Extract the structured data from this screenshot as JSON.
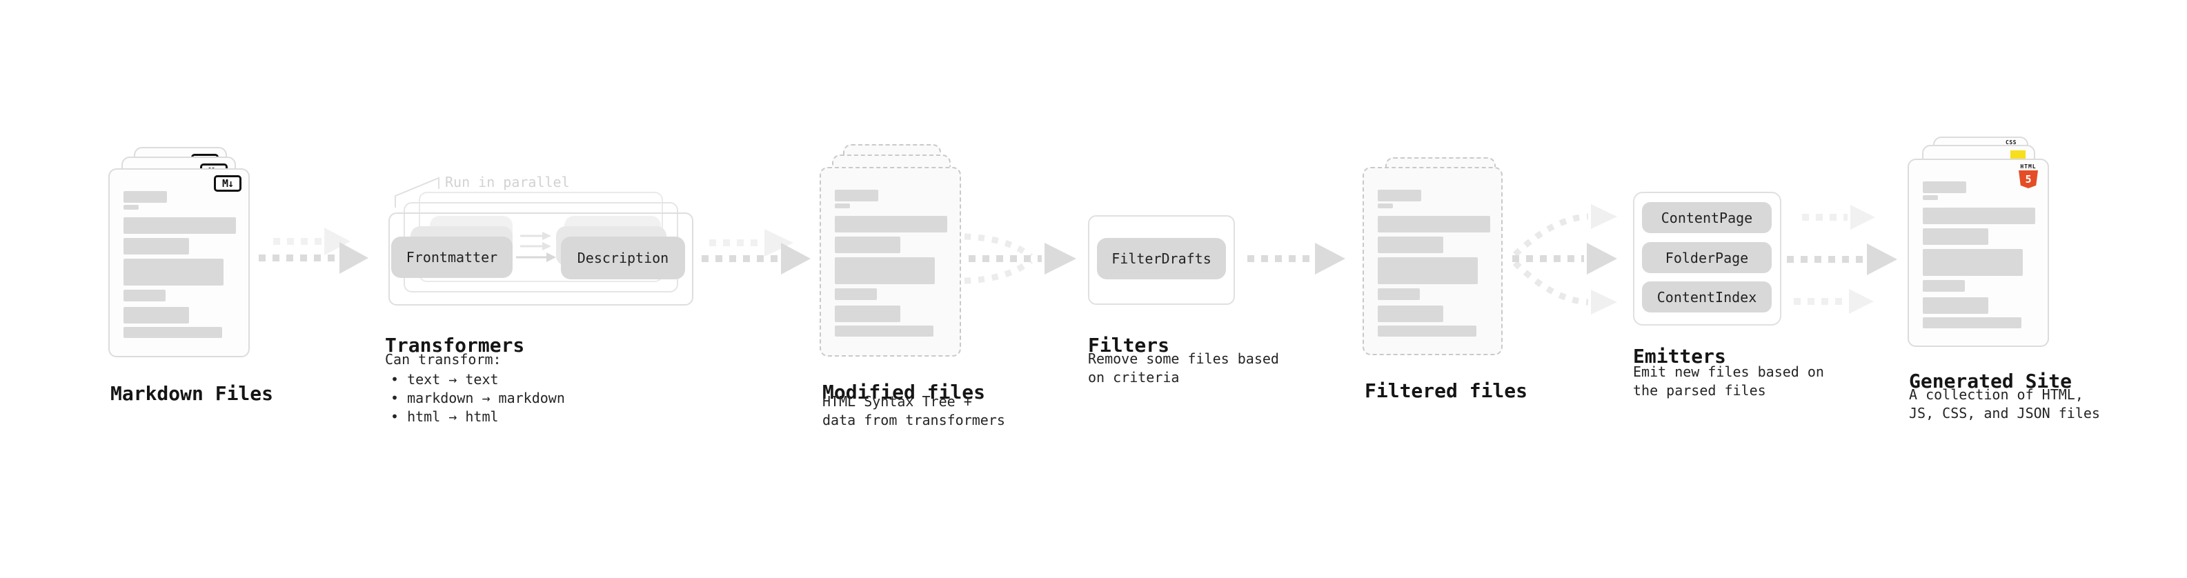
{
  "diagram": {
    "stages": [
      {
        "id": "markdown-files",
        "label": "Markdown Files"
      },
      {
        "id": "transformers",
        "label": "Transformers",
        "intro": "Can transform:",
        "bullets": [
          "text → text",
          "markdown → markdown",
          "html → html"
        ],
        "annotation": "Run in parallel",
        "pills": [
          "Frontmatter",
          "Description"
        ]
      },
      {
        "id": "modified-files",
        "label": "Modified files",
        "description": "HTML Syntax Tree +\ndata from transformers"
      },
      {
        "id": "filters",
        "label": "Filters",
        "description": "Remove some files based\non criteria",
        "pills": [
          "FilterDrafts"
        ]
      },
      {
        "id": "filtered-files",
        "label": "Filtered files"
      },
      {
        "id": "emitters",
        "label": "Emitters",
        "description": "Emit new files based on\nthe parsed files",
        "pills": [
          "ContentPage",
          "FolderPage",
          "ContentIndex"
        ]
      },
      {
        "id": "generated-site",
        "label": "Generated Site",
        "description": "A collection of HTML,\nJS, CSS, and JSON files"
      }
    ],
    "badges": {
      "markdown": "M↓",
      "html_label": "HTML",
      "html_number": "5",
      "css": "CSS"
    },
    "colors": {
      "html_orange": "#e44d26",
      "js_yellow": "#f7df1e",
      "css_blue": "#2965f1",
      "arrow_gray": "#dbdbdb",
      "arrow_ghost": "#f0f0f0",
      "pill_gray": "#d8d8d8",
      "bar_gray": "#d9d9d9",
      "text_dark": "#1a1a1a",
      "muted_gray": "#d2d2d2"
    }
  }
}
